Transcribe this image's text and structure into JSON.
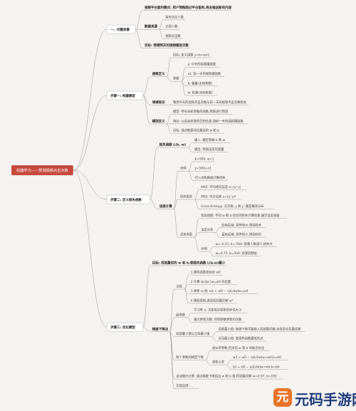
{
  "root": "机器学习——预测视频点击次数",
  "branches": [
    {
      "label": "一、问题背景",
      "children": [
        {
          "label": "视频平台盈利模式: 用户预购超过平台盈利,再去推送新的内容",
          "children": []
        },
        {
          "label": "数据来源",
          "children": [
            {
              "label": "每天访问人数",
              "children": []
            },
            {
              "label": "订阅人数",
              "children": []
            },
            {
              "label": "视频点击数",
              "children": []
            }
          ]
        },
        {
          "label": "目标: 预测明天的视频播放次数",
          "children": []
        }
      ]
    },
    {
      "label": "步骤一: 构建模型",
      "children": [
        {
          "label": "函数定义",
          "children": [
            {
              "label": "目标: 定义函数 y=b+wx1",
              "children": []
            },
            {
              "label": "参数",
              "children": [
                {
                  "label": "y: 今天的视频播放数",
                  "children": []
                },
                {
                  "label": "x1: 前一天的视频播放数",
                  "children": []
                },
                {
                  "label": "b: 偏置(未知参数)",
                  "children": []
                },
                {
                  "label": "w: 权重(未知参数)",
                  "children": []
                }
              ]
            }
          ]
        },
        {
          "label": "领域知识",
          "children": [
            {
              "label": "猜测今天的视频点击次数与前一天的视频点击次数相关",
              "children": []
            }
          ]
        },
        {
          "label": "模型定义",
          "children": [
            {
              "label": "模型: 带有未知参数的函数,用来进行预测",
              "children": []
            },
            {
              "label": "特征: 从后台获取的已知信息,如前一天的视频播放数",
              "children": []
            },
            {
              "label": "目标: 通过数据寻找最佳的 w 和 b",
              "children": []
            }
          ]
        }
      ]
    },
    {
      "label": "步骤二: 定义损失函数",
      "children": [
        {
          "label": "损失函数 L(b, w)",
          "children": [
            {
              "label": "输入: 模型参数 b 和 w",
              "children": []
            },
            {
              "label": "输出: 预测误差的度量",
              "children": []
            }
          ]
        },
        {
          "label": "误差计算",
          "children": [
            {
              "label": "示例",
              "children": [
                {
                  "label": "b=500, w=1",
                  "children": []
                },
                {
                  "label": "y=500+x1",
                  "children": []
                },
                {
                  "label": "代入训练数据计算损失",
                  "children": []
                }
              ]
            },
            {
              "label": "损失类型",
              "children": [
                {
                  "label": "MAE: 平均绝对误差 e=|y'-y|",
                  "children": []
                },
                {
                  "label": "MSE: 均方误差 e=(y'-y)²",
                  "children": []
                },
                {
                  "label": "Cross-Entropy: 交叉熵, y 和 y' 都是概率分布",
                  "children": []
                }
              ]
            },
            {
              "label": "误差表面",
              "children": [
                {
                  "label": "等高线图: 不同 w 和 b 组合的损失计算结果,展示误差表面",
                  "children": []
                },
                {
                  "label": "误差分析",
                  "children": [
                    {
                      "label": "红色区域: 损失较大,预估较差",
                      "children": []
                    },
                    {
                      "label": "蓝色区域: 损失较小,预估较好",
                      "children": []
                    }
                  ]
                },
                {
                  "label": "示例",
                  "children": [
                    {
                      "label": "w=-0.25, b=-500: 观看人数减少,损失大",
                      "children": []
                    },
                    {
                      "label": "w=0.75, b=500: 结果较精准",
                      "children": []
                    }
                  ]
                }
              ]
            }
          ]
        }
      ]
    },
    {
      "label": "步骤三: 优化模型",
      "children": [
        {
          "label": "目标: 找到最优的 w 和 b,使损失函数 L(b,w)最小",
          "children": []
        },
        {
          "label": "梯度下降法",
          "children": [
            {
              "label": "过程",
              "children": [
                {
                  "label": "1.随机选取初始点 w0",
                  "children": []
                },
                {
                  "label": "2.计算 ∂L/∂w |w=w0 的位置",
                  "children": []
                },
                {
                  "label": "3.更新 w 值: w1 ← w0 − η∂L/∂w|w=w0",
                  "children": []
                },
                {
                  "label": "4.重复更新,直到找到最优解 w*",
                  "children": []
                }
              ]
            },
            {
              "label": "超参数",
              "children": [
                {
                  "label": "学习率 η: 决定每次更新的步伐大小",
                  "children": []
                },
                {
                  "label": "最大更新次数: 控制参数更新的次数",
                  "children": []
                }
              ]
            },
            {
              "label": "局部最小值与全局最小值",
              "children": [
                {
                  "label": "局部最小值: 梯度下降可能陷入局部最优解,未找到全局最优解",
                  "children": []
                },
                {
                  "label": "全局最小值: 使损失函数最低的点",
                  "children": []
                }
              ]
            },
            {
              "label": "两个参数的梯度下降",
              "children": [
                {
                  "label": "类似单参数,但涉及 w 和 b 的联合优化",
                  "children": []
                },
                {
                  "label": "更新公式",
                  "children": [
                    {
                      "label": "w1 ← w0 − η∂L/∂w|w=w0,b=b0",
                      "children": []
                    },
                    {
                      "label": "b1 ← b0 − η∂L/∂b|w=w0,b=b0",
                      "children": []
                    }
                  ]
                }
              ]
            },
            {
              "label": "自动微分计算: 通过梯度下降找出 w 和 b 值,得到最优解 w=0.97, b=100",
              "children": []
            },
            {
              "label": "实际应用: ...",
              "children": []
            }
          ]
        }
      ]
    }
  ],
  "watermark": {
    "text": "元码手游网",
    "logo": "元"
  },
  "colors": {
    "root": "#c64a3d",
    "line": "#8a8a8a",
    "box": "#ffffff",
    "bg": "#f4f3f1",
    "wm_orange": "#e8742a"
  }
}
